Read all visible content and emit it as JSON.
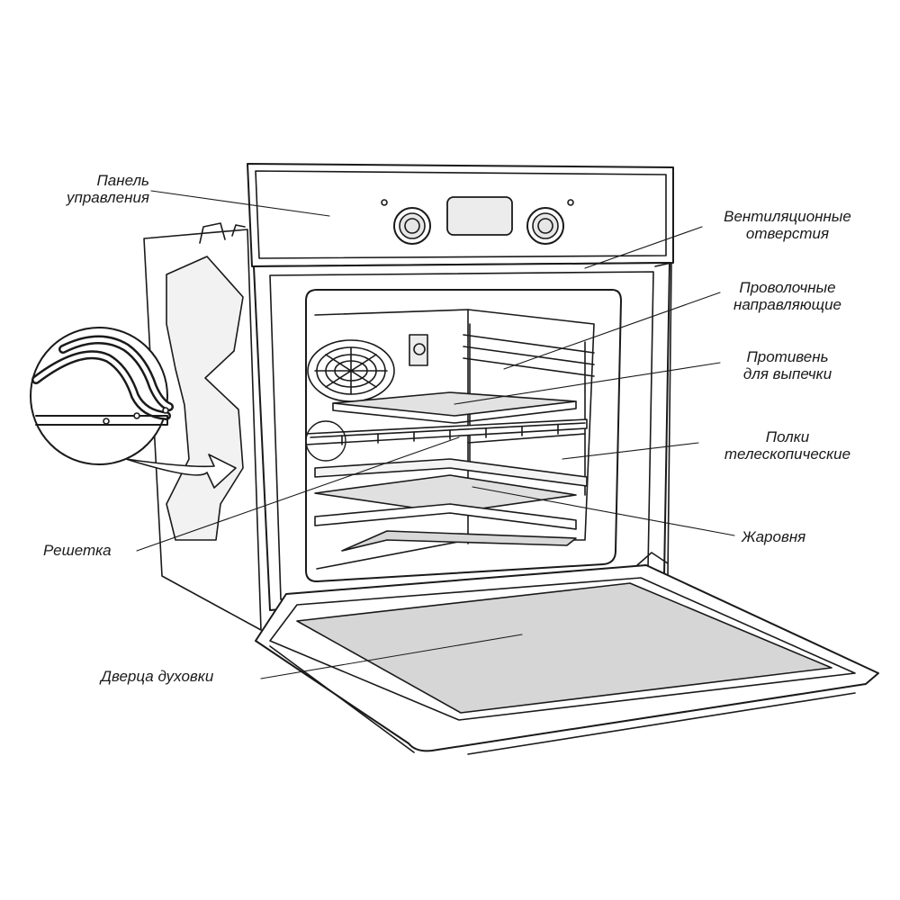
{
  "labels": {
    "control_panel": [
      "Панель",
      "управления"
    ],
    "vents": [
      "Вентиляционные",
      "отверстия"
    ],
    "wire_guides": [
      "Проволочные",
      "направляющие"
    ],
    "baking_tray": [
      "Противень",
      "для выпечки"
    ],
    "telescopic_shelves": [
      "Полки",
      "телескопические"
    ],
    "grill": "Решетка",
    "roasting_pan": "Жаровня",
    "oven_door": "Дверца духовки"
  }
}
